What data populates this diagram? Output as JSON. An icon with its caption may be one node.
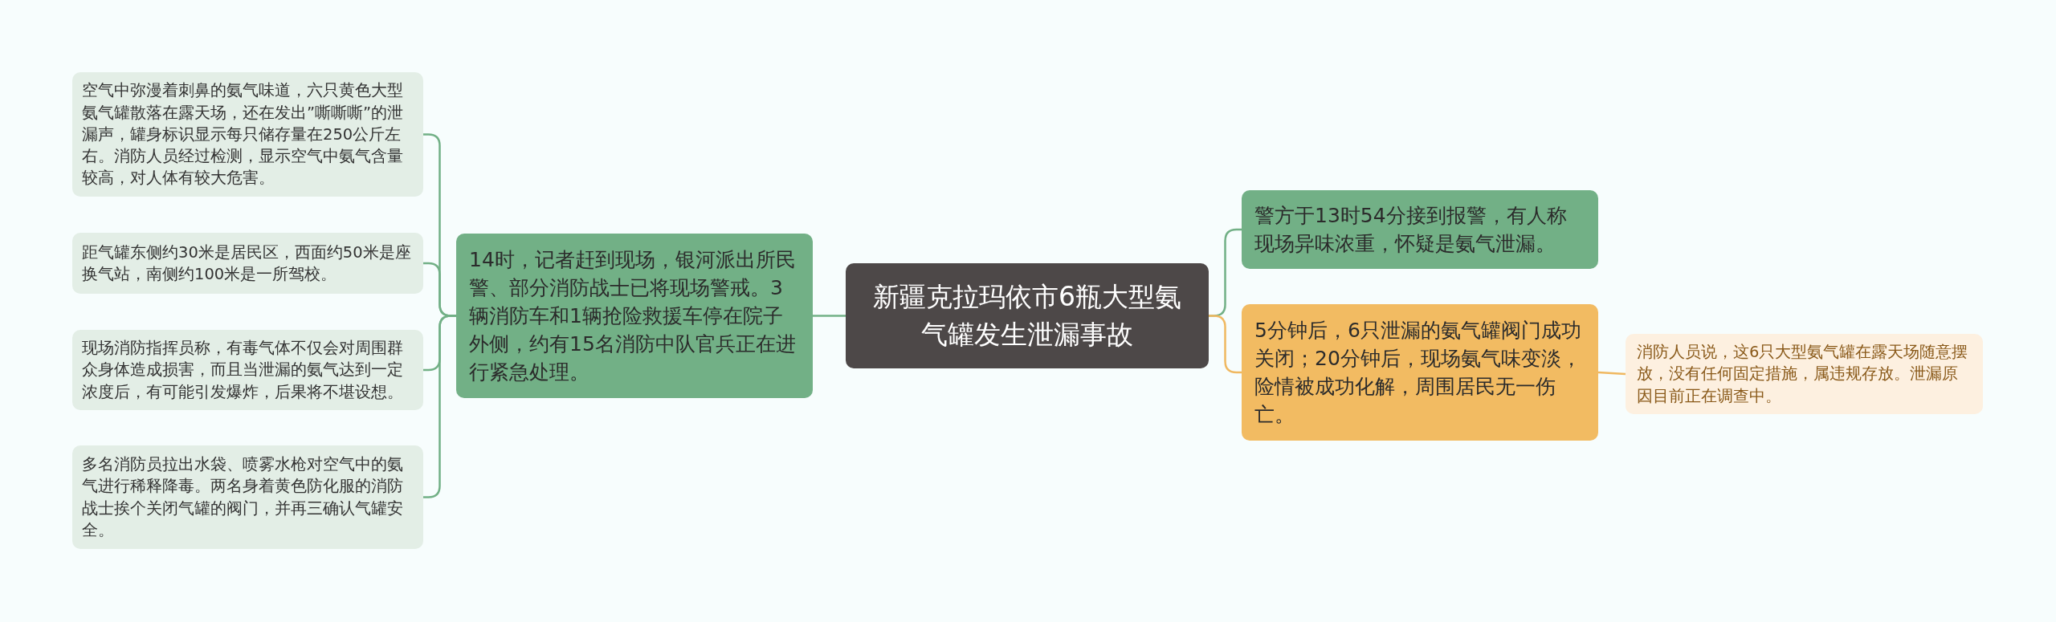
{
  "diagram": {
    "nodes": [
      {
        "text": [
          "新疆克拉玛依市6瓶大型氨气罐发生泄漏事故"
        ]
      },
      {
        "text": [
          "14时，记者赶到现场，银河派出所民警、部分消防战士已将现场警戒。3辆消防车和1辆抢险救援车停在院子外侧，约有15名消防中队官兵正在进行紧急处理。"
        ]
      },
      {
        "text": [
          "空气中弥漫着刺鼻的氨气味道，六只黄色大型氨气罐散落在露天场，还在发出”嘶嘶嘶”的泄漏声，罐身标识显示每只储存量在250公斤左右。消防人员经过检测，显示空气中氨气含量较高，对人体有较大危害。"
        ]
      },
      {
        "text": [
          "距气罐东侧约30米是居民区，西面约50米是座换气站，南侧约100米是一所驾校。"
        ]
      },
      {
        "text": [
          "现场消防指挥员称，有毒气体不仅会对周围群众身体造成损害，而且当泄漏的氨气达到一定浓度后，有可能引发爆炸，后果将不堪设想。"
        ]
      },
      {
        "text": [
          "多名消防员拉出水袋、喷雾水枪对空气中的氨气进行稀释降毒。两名身着黄色防化服的消防战士挨个关闭气罐的阀门，并再三确认气罐安全。"
        ]
      },
      {
        "text": [
          "警方于13时54分接到报警，有人称现场异味浓重，怀疑是氨气泄漏。"
        ]
      },
      {
        "text": [
          "5分钟后，6只泄漏的氨气罐阀门成功关闭；20分钟后，现场氨气味变淡，险情被成功化解，周围居民无一伤亡。"
        ]
      },
      {
        "text": [
          "消防人员说，这6只大型氨气罐在露天场随意摆放，没有任何固定措施，属违规存放。泄漏原因目前正在调查中。"
        ]
      }
    ],
    "edges": [
      {
        "from": 0,
        "to": 1,
        "arrow": "none"
      },
      {
        "from": 1,
        "to": 2,
        "arrow": "none"
      },
      {
        "from": 1,
        "to": 3,
        "arrow": "none"
      },
      {
        "from": 1,
        "to": 4,
        "arrow": "none"
      },
      {
        "from": 1,
        "to": 5,
        "arrow": "none"
      },
      {
        "from": 0,
        "to": 6,
        "arrow": "none"
      },
      {
        "from": 0,
        "to": 7,
        "arrow": "none",
        "color": "#f0b860"
      },
      {
        "from": 7,
        "to": 8,
        "arrow": "none",
        "color": "#f0b860"
      }
    ]
  }
}
